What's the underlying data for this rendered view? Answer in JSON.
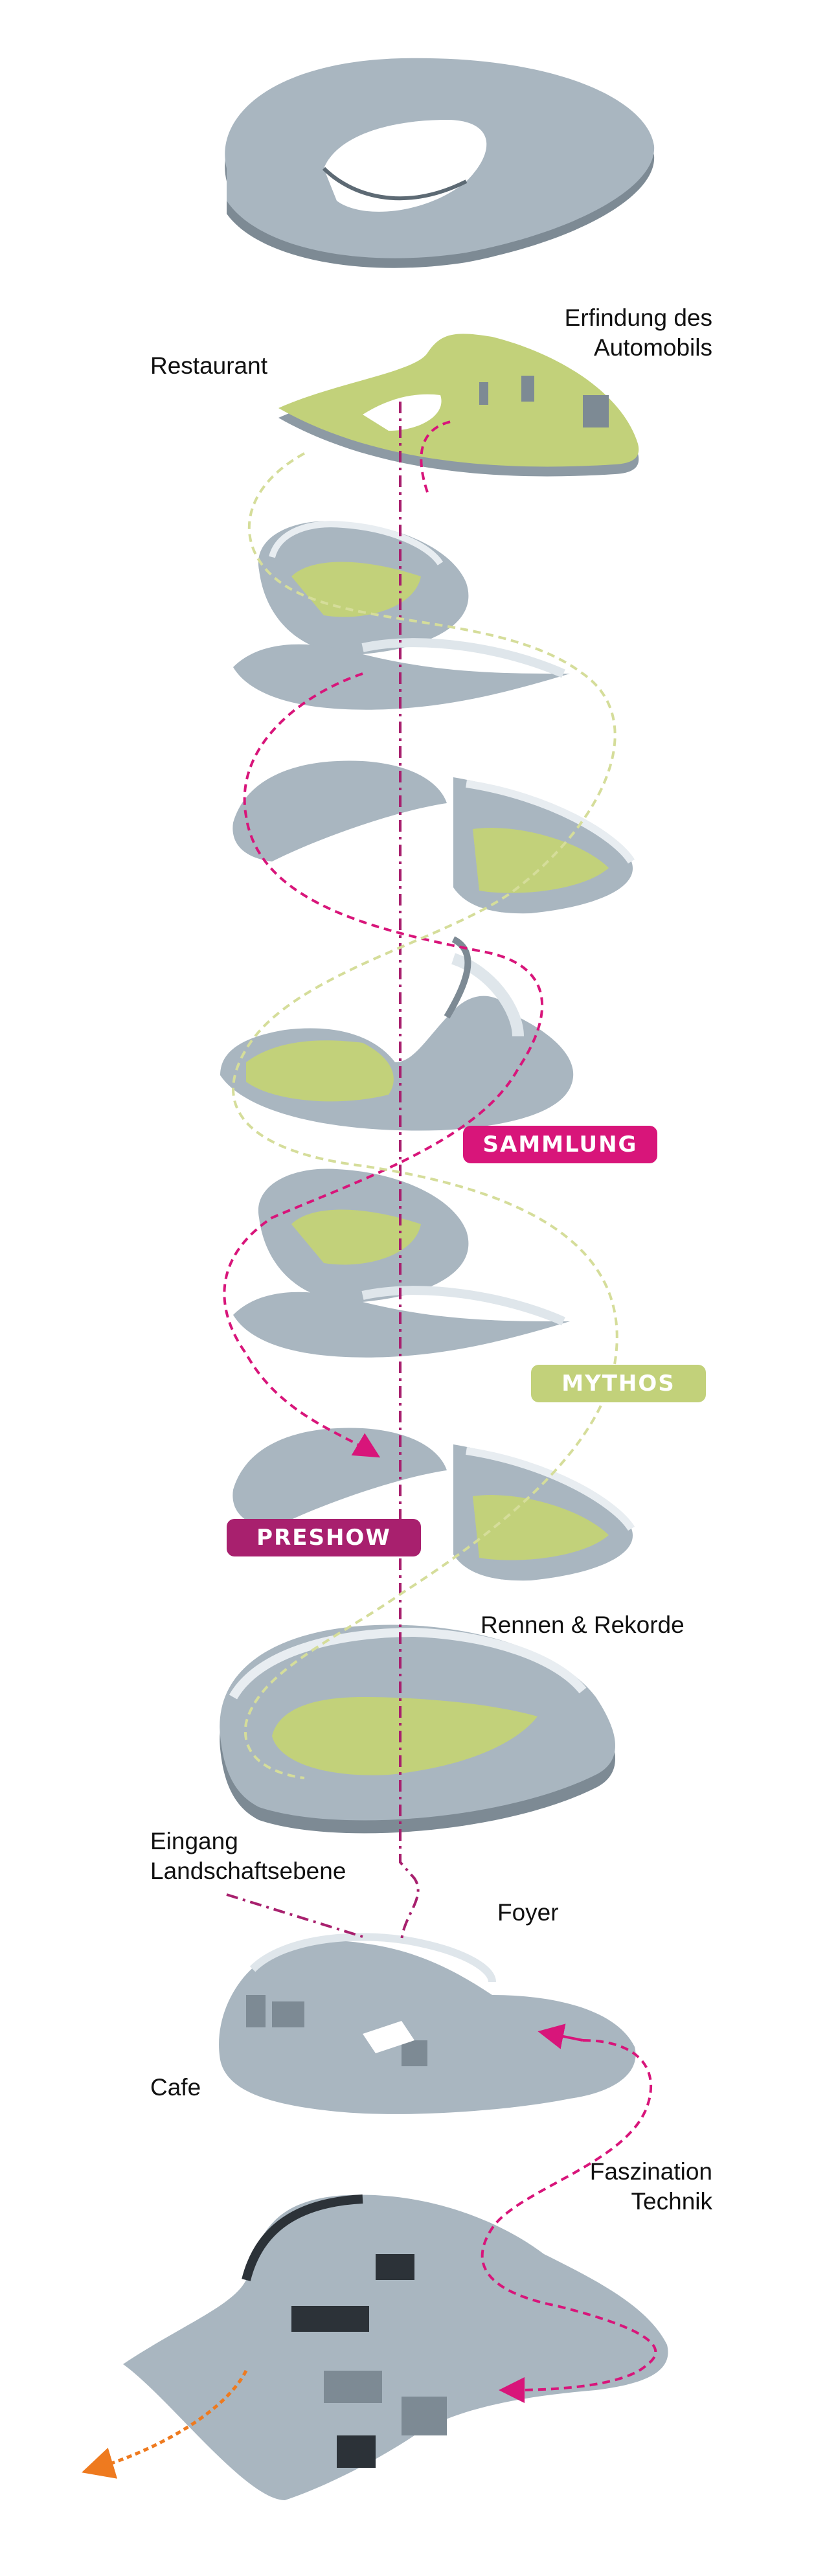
{
  "labels": {
    "restaurant": "Restaurant",
    "erfindung_line1": "Erfindung des",
    "erfindung_line2": "Automobils",
    "rennen": "Rennen & Rekorde",
    "eingang_line1": "Eingang",
    "eingang_line2": "Landschaftsebene",
    "foyer": "Foyer",
    "cafe": "Cafe",
    "faszination_line1": "Faszination",
    "faszination_line2": "Technik"
  },
  "badges": {
    "sammlung": "SAMMLUNG",
    "mythos": "MYTHOS",
    "preshow": "PRESHOW"
  },
  "colors": {
    "floor_green": "#c2d17a",
    "slab_grey": "#a9b6c0",
    "slab_dark": "#7d8a94",
    "path_magenta": "#d8157a",
    "path_green": "#d5dd9a",
    "axis_magenta": "#a8206e",
    "exit_orange": "#ee7a1f",
    "badge_sammlung": "#d8157a",
    "badge_mythos": "#c2d17a",
    "badge_preshow": "#a8206e"
  }
}
